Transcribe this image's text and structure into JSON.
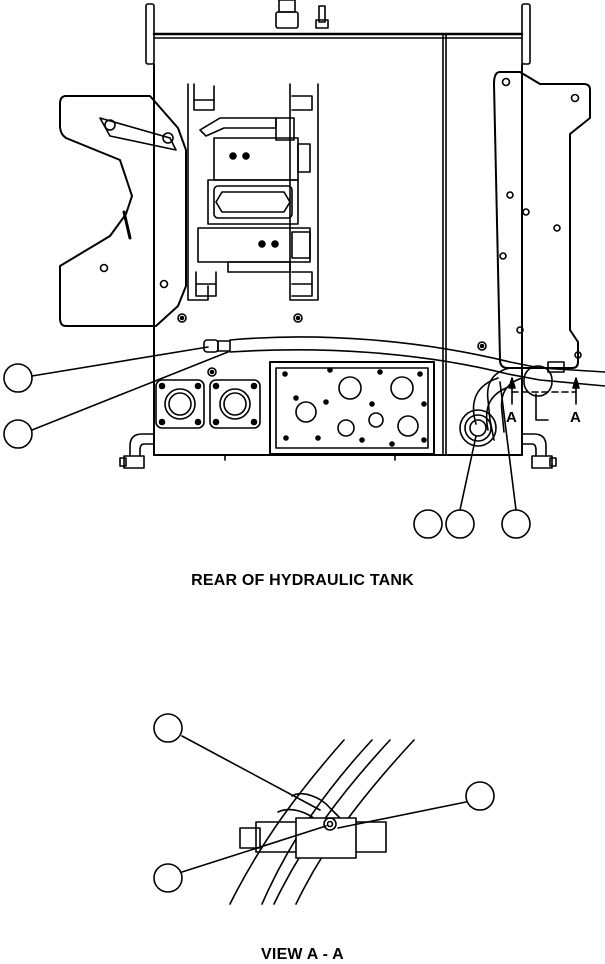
{
  "captions": {
    "rear_view": "REAR OF HYDRAULIC TANK",
    "section_view": "VIEW A - A"
  },
  "section_markers": {
    "left": "A",
    "right": "A"
  },
  "callouts": {
    "count_rear_view": 5,
    "count_section_view": 3,
    "labels": [
      "",
      "",
      "",
      "",
      "",
      "",
      "",
      ""
    ]
  }
}
